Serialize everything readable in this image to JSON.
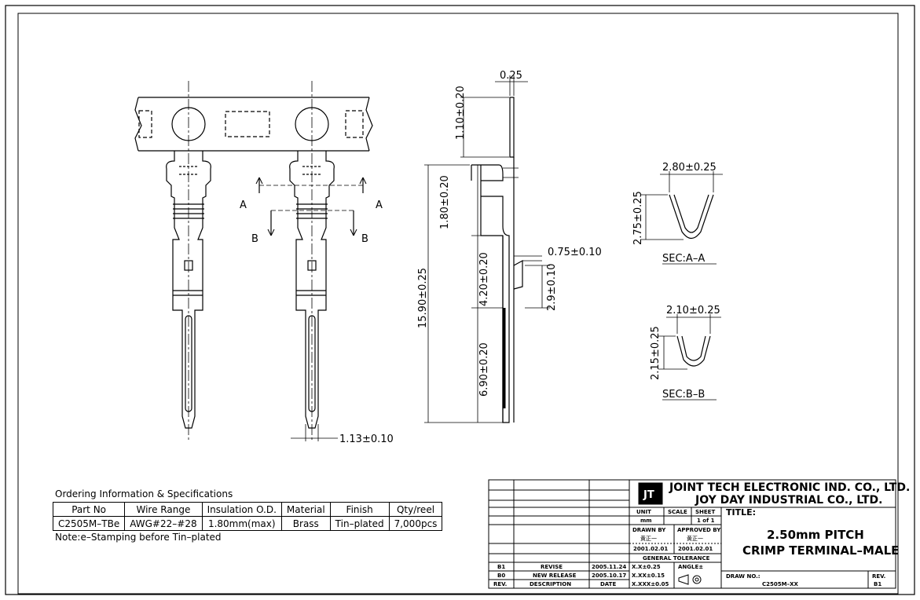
{
  "dimensions": {
    "strip_thickness": "0.25",
    "tip_length": "1.10±0.20",
    "crimp_length": "1.80±0.20",
    "body_length": "4.20±0.20",
    "pin_length": "6.90±0.20",
    "total_length": "15.90±0.25",
    "lance_height": "0.75±0.10",
    "lance_length": "2.9±0.10",
    "pin_width": "1.13±0.10",
    "sec_a_width": "2.80±0.25",
    "sec_a_height": "2.75±0.25",
    "sec_b_width": "2.10±0.25",
    "sec_b_height": "2.15±0.25"
  },
  "section_labels": {
    "a": "A",
    "b": "B",
    "sec_a": "SEC:A–A",
    "sec_b": "SEC:B–B"
  },
  "ordering": {
    "title": "Ordering Information & Specifications",
    "headers": [
      "Part No",
      "Wire Range",
      "Insulation O.D.",
      "Material",
      "Finish",
      "Qty/reel"
    ],
    "rows": [
      [
        "C2505M–TBe",
        "AWG#22–#28",
        "1.80mm(max)",
        "Brass",
        "Tin–plated",
        "7,000pcs"
      ]
    ],
    "note": "Note:e–Stamping before Tin–plated"
  },
  "title_block": {
    "company1": "JOINT TECH ELECTRONIC IND. CO., LTD.",
    "company2": "JOY DAY INDUSTRIAL CO., LTD.",
    "unit_label": "UNIT",
    "unit_value": "mm",
    "scale_label": "SCALE",
    "scale_value": "",
    "sheet_label": "SHEET",
    "sheet_value": "1 of 1",
    "title_label": "TITLE:",
    "title_line1": "2.50mm PITCH",
    "title_line2": "CRIMP TERMINAL–MALE",
    "drawn_by_label": "DRAWN BY",
    "drawn_by_name": "黄正一",
    "drawn_date": "2001.02.01",
    "approved_by_label": "APPROVED BY",
    "approved_by_name": "黄正一",
    "approved_date": "2001.02.01",
    "gen_tol_label": "GENERAL TOLERANCE",
    "tol1": "X.X±0.25",
    "tol2": "X.XX±0.15",
    "tol3": "X.XXX±0.05",
    "angle_label": "ANGLE±",
    "draw_no_label": "DRAW NO.:",
    "draw_no": "C2505M–XX",
    "rev_label": "REV.",
    "rev_value": "B1",
    "revisions": [
      {
        "rev": "B1",
        "desc": "REVISE",
        "date": "2005.11.24"
      },
      {
        "rev": "B0",
        "desc": "NEW RELEASE",
        "date": "2005.10.17"
      }
    ],
    "rev_col": "REV.",
    "desc_col": "DESCRIPTION",
    "date_col": "DATE"
  }
}
